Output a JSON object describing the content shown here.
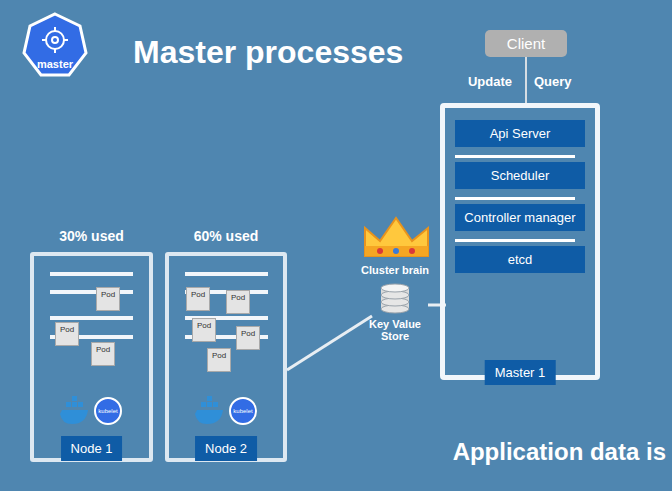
{
  "diagram": {
    "title": "Master processes",
    "nodes": [
      {
        "text": [
          "Client"
        ]
      },
      {
        "text": [
          "Master 1"
        ]
      },
      {
        "text": [
          "Api Server"
        ],
        "in": 1
      },
      {
        "text": [
          "Scheduler"
        ],
        "in": 1
      },
      {
        "text": [
          "Controller manager"
        ],
        "in": 1
      },
      {
        "text": [
          "etcd"
        ],
        "in": 1
      },
      {
        "text": [
          "30% used",
          "Node 1"
        ]
      },
      {
        "text": [
          "Pod"
        ],
        "in": 6
      },
      {
        "text": [
          "Pod"
        ],
        "in": 6
      },
      {
        "text": [
          "Pod"
        ],
        "in": 6
      },
      {
        "text": [
          "60% used",
          "Node 2"
        ]
      },
      {
        "text": [
          "Pod"
        ],
        "in": 10
      },
      {
        "text": [
          "Pod"
        ],
        "in": 10
      },
      {
        "text": [
          "Pod"
        ],
        "in": 10
      },
      {
        "text": [
          "Pod"
        ],
        "in": 10
      },
      {
        "text": [
          "Pod"
        ],
        "in": 10
      }
    ],
    "edges": [
      {
        "from": 0,
        "to": 1,
        "arrow": "none"
      }
    ],
    "labels": [
      "master",
      "Update",
      "Query",
      "Cluster brain",
      "Key Value Store",
      "kubelet",
      "kubelet",
      "Application data is"
    ]
  }
}
